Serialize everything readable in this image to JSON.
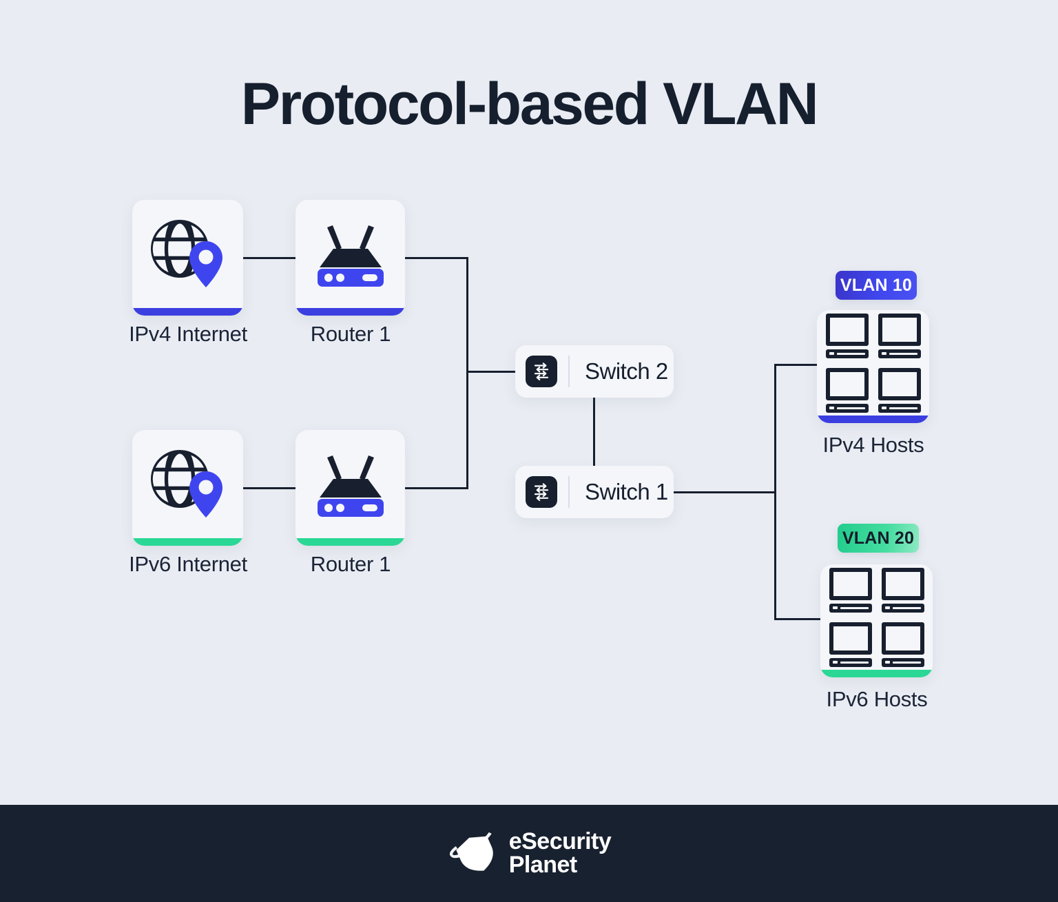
{
  "page": {
    "title": "Protocol-based VLAN",
    "background_color": "#e9ecf2"
  },
  "colors": {
    "accent_blue": "#3b3fe0",
    "accent_green": "#2bd795",
    "dark_navy": "#18202f",
    "card_bg": "#f5f6fa",
    "line": "#161f2e"
  },
  "nodes": {
    "ipv4_internet": {
      "label": "IPv4 Internet",
      "icon": "globe-pin-icon",
      "accent": "blue"
    },
    "router_top": {
      "label": "Router 1",
      "icon": "router-icon",
      "accent": "blue"
    },
    "ipv6_internet": {
      "label": "IPv6 Internet",
      "icon": "globe-pin-icon",
      "accent": "green"
    },
    "router_bottom": {
      "label": "Router 1",
      "icon": "router-icon",
      "accent": "green"
    },
    "switch_2": {
      "label": "Switch 2",
      "icon": "network-switch-icon"
    },
    "switch_1": {
      "label": "Switch 1",
      "icon": "network-switch-icon"
    },
    "ipv4_hosts": {
      "label": "IPv4 Hosts",
      "badge": "VLAN 10",
      "icon": "computers-grid-icon",
      "accent": "blue"
    },
    "ipv6_hosts": {
      "label": "IPv6 Hosts",
      "badge": "VLAN 20",
      "icon": "computers-grid-icon",
      "accent": "green"
    }
  },
  "footer": {
    "logo_icon": "esecurity-planet-logo-icon",
    "logo_line1": "eSecurity",
    "logo_line2": "Planet"
  }
}
